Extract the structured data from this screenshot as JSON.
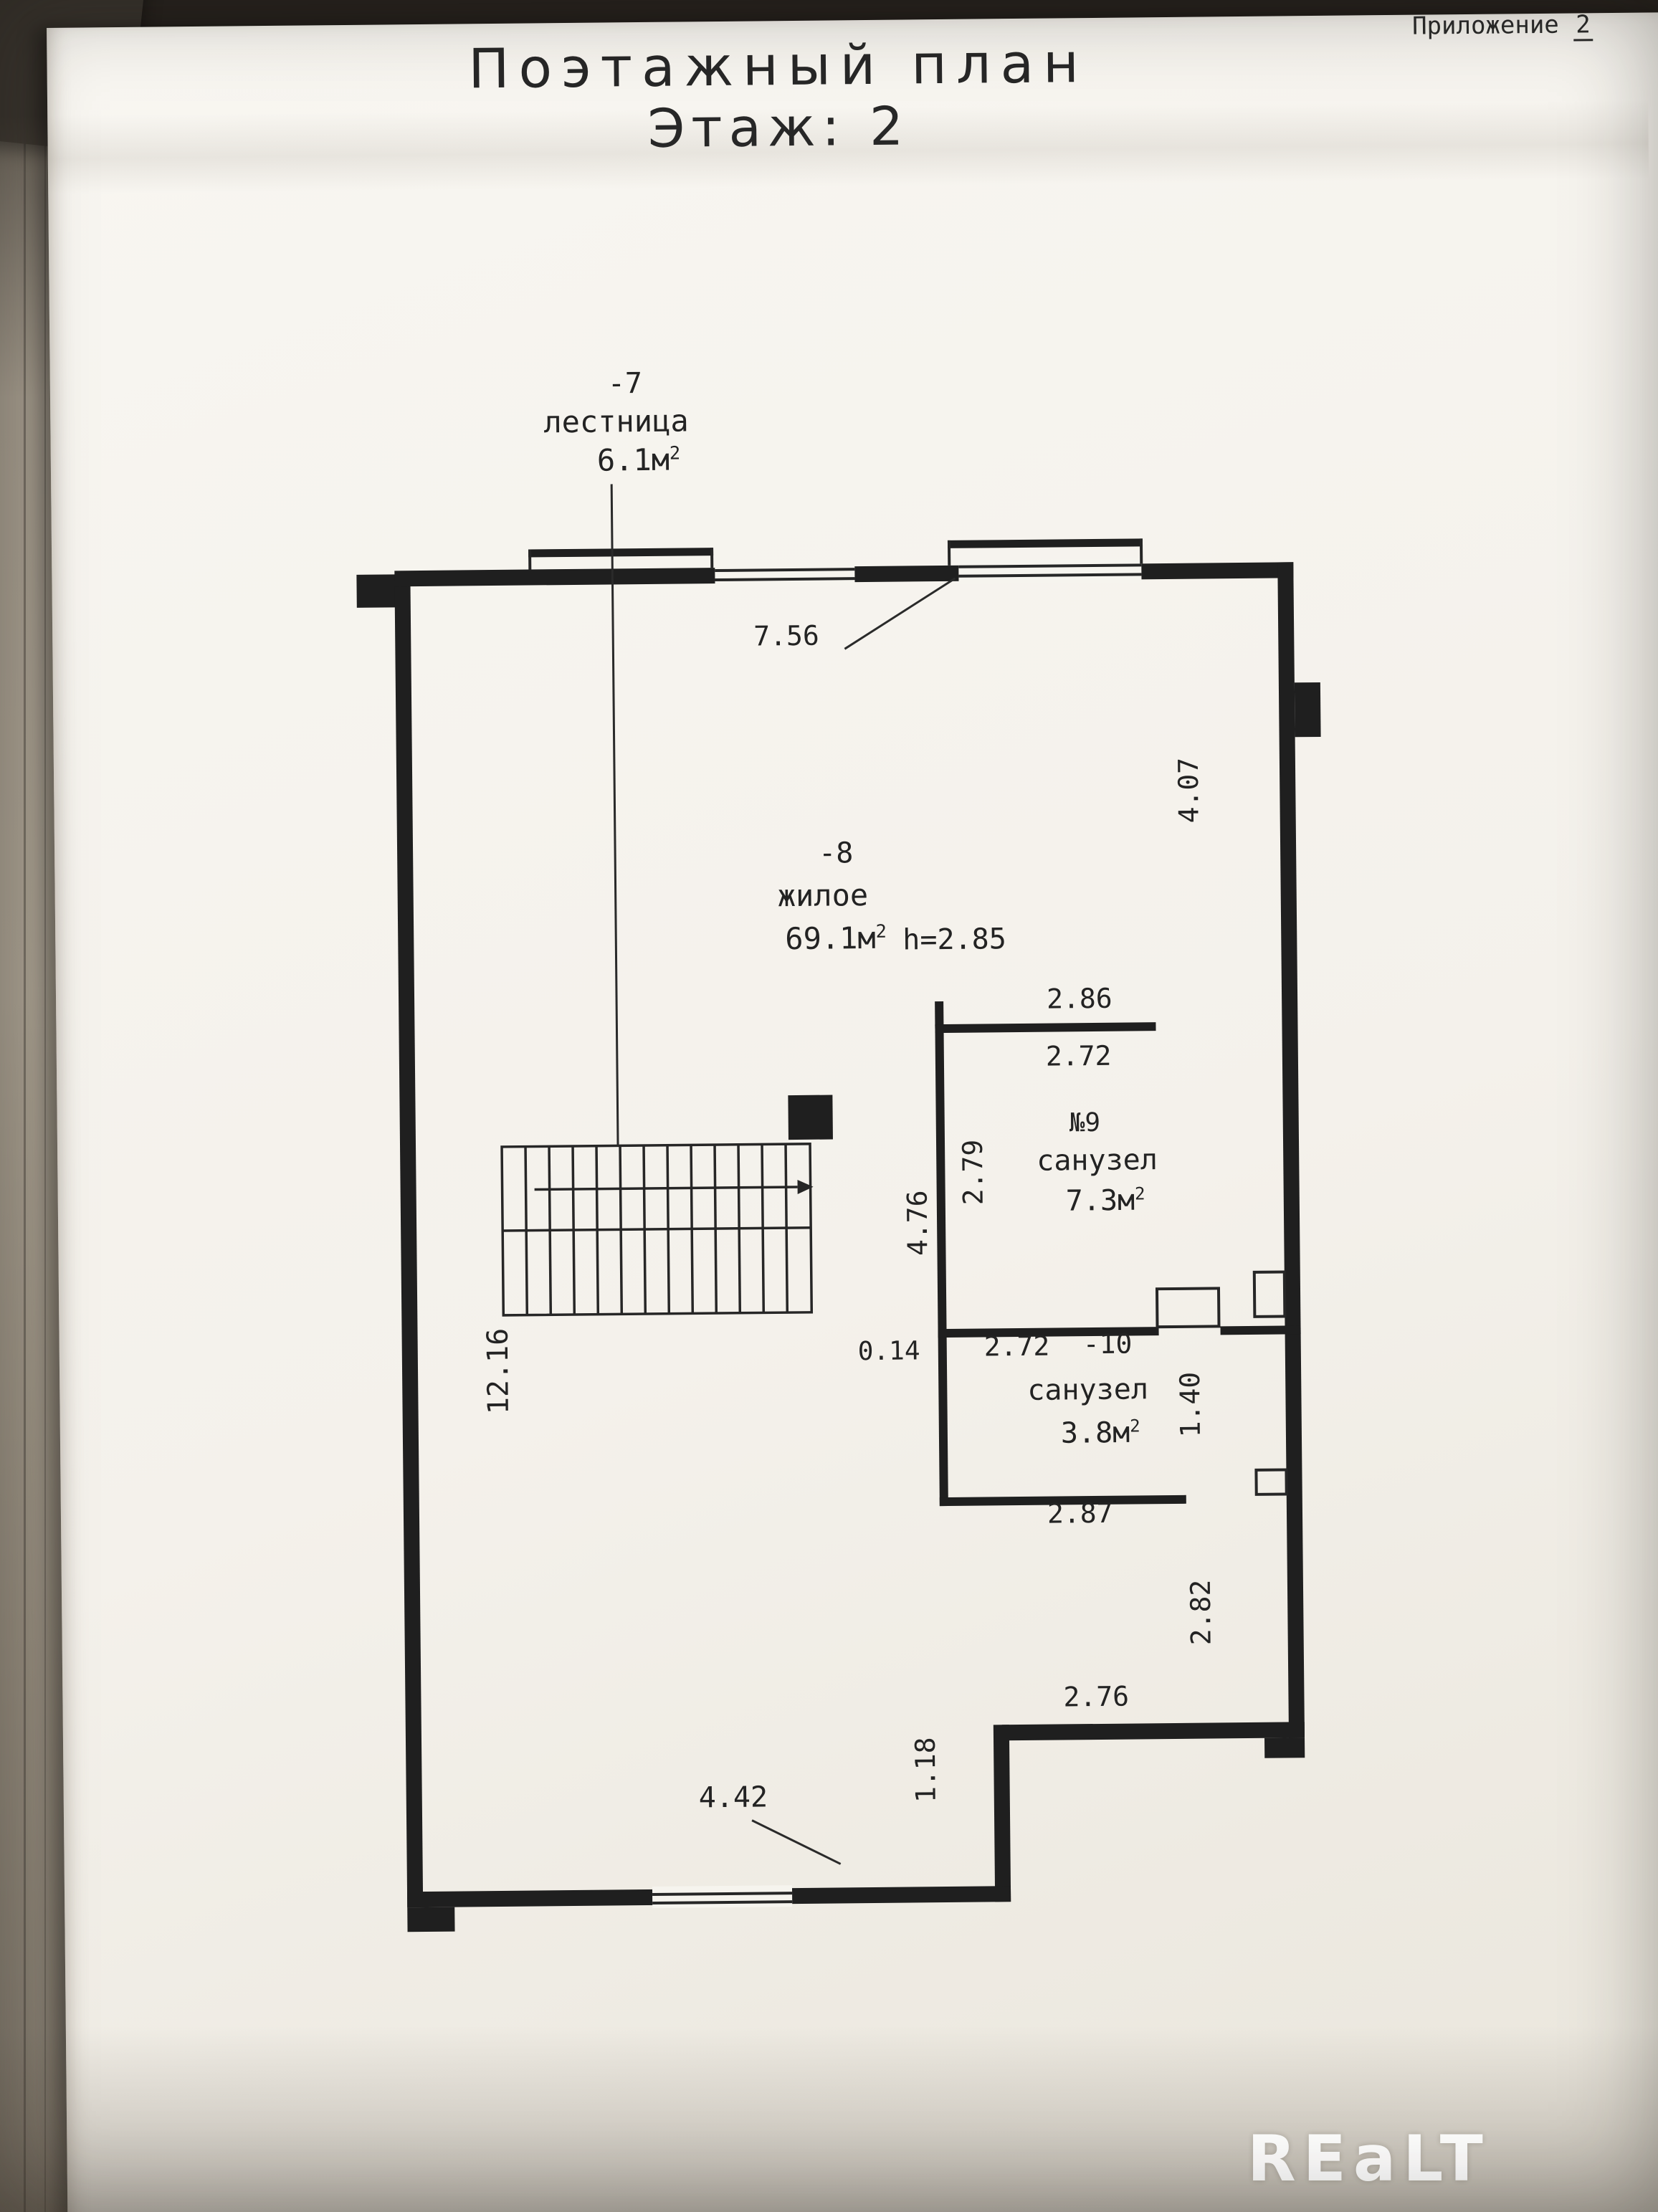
{
  "page": {
    "annex_label": "Приложение",
    "annex_number": "2",
    "title_line1": "Поэтажный план",
    "title_line2": "Этаж: 2",
    "watermark": "REaLT"
  },
  "colors": {
    "paper": "#f6f4ee",
    "ink": "#222222",
    "background": "#26211d",
    "watermark": "#ffffff"
  },
  "rooms": [
    {
      "id": "-7",
      "name": "лестница",
      "area": "6.1м",
      "area_sup": "2"
    },
    {
      "id": "-8",
      "name": "жилое",
      "area": "69.1м",
      "area_sup": "2",
      "height": "h=2.85"
    },
    {
      "id": "№9",
      "name": "санузел",
      "area": "7.3м",
      "area_sup": "2"
    },
    {
      "id": "-10",
      "name": "санузел",
      "area": "3.8м",
      "area_sup": "2"
    }
  ],
  "dims": {
    "top_width": "7.56",
    "right_upper": "4.07",
    "s9_top_outer": "2.86",
    "s9_top_inner": "2.72",
    "s9_left_outer": "4.76",
    "s9_left_inner": "2.79",
    "wall_thickness": "0.14",
    "s10_width": "2.72",
    "s10_height": "1.40",
    "s10_bottom": "2.87",
    "right_lower": "2.82",
    "bottom_right": "2.76",
    "step_height": "1.18",
    "bottom_left": "4.42",
    "left_height": "12.16"
  }
}
